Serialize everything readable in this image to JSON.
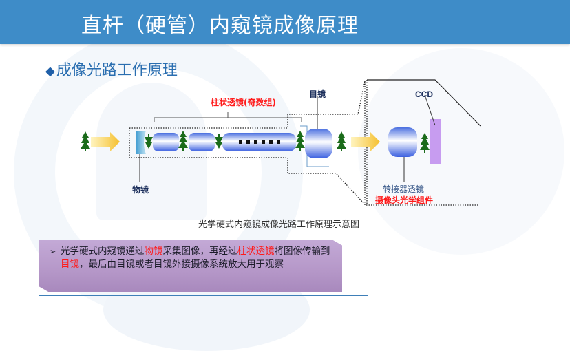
{
  "header": {
    "title": "直杆（硬管）内窥镜成像原理"
  },
  "section": {
    "bullet": "◆",
    "title": "成像光路工作原理"
  },
  "diagram": {
    "rod_lens_label": "柱状透镜(奇数组)",
    "eyepiece_label": "目镜",
    "objective_label": "物镜",
    "ccd_label": "CCD",
    "adapter_lens_label": "转接器透镜",
    "camera_optics_label": "摄像头光学组件",
    "dots": "■ ■ ■ ■ ■ ■",
    "caption": "光学硬式内窥镜成像光路工作原理示意图",
    "colors": {
      "red_label": "#ff1a1a",
      "dark_label": "#1a2d5a",
      "ccd": "#c79cf0",
      "tree": "#1a6b1a",
      "arrow": "#f5c542"
    }
  },
  "note": {
    "arrow": "➢",
    "segments": [
      {
        "text": "光学硬式内窥镜通过",
        "highlight": false
      },
      {
        "text": "物镜",
        "highlight": true
      },
      {
        "text": "采集图像，再经过",
        "highlight": false
      },
      {
        "text": "柱状透镜",
        "highlight": true
      },
      {
        "text": "将图像传输到",
        "highlight": false
      },
      {
        "text": "目镜",
        "highlight": true
      },
      {
        "text": "，最后由目镜或者目镜外接摄像系统放大用于观察",
        "highlight": false
      }
    ]
  }
}
